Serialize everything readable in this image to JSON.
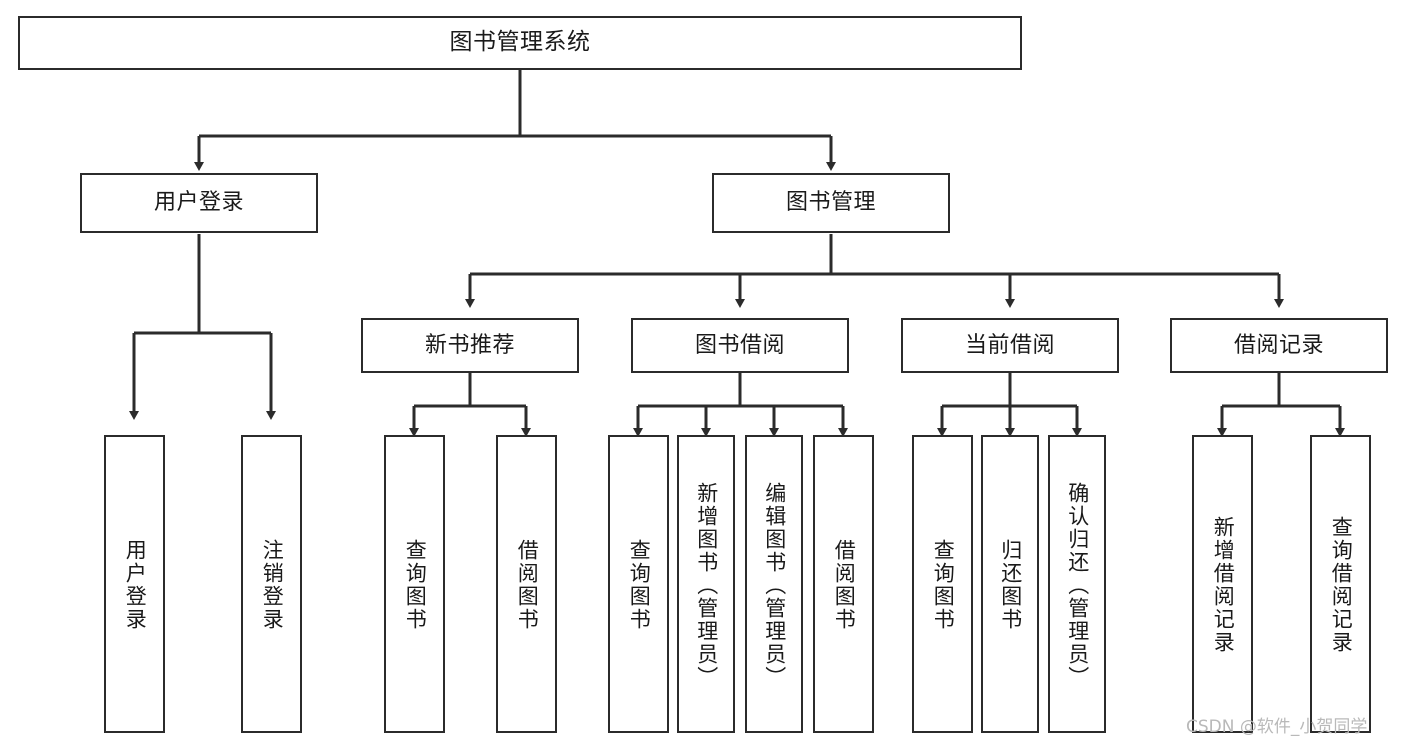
{
  "diagram": {
    "title": "图书管理系统",
    "type": "tree-hierarchy",
    "colors": {
      "box_border": "#2b2b2b",
      "box_fill": "#ffffff",
      "edge": "#2b2b2b",
      "text": "#1a1a1a",
      "watermark": "#b9b9b9"
    },
    "nodes": {
      "root": {
        "label": "图书管理系统"
      },
      "level2": [
        {
          "label": "用户登录"
        },
        {
          "label": "图书管理"
        }
      ],
      "level3": [
        {
          "label": "新书推荐"
        },
        {
          "label": "图书借阅"
        },
        {
          "label": "当前借阅"
        },
        {
          "label": "借阅记录"
        }
      ],
      "leaves": {
        "user_login": [
          {
            "label": "用户登录"
          },
          {
            "label": "注销登录"
          }
        ],
        "new_book_recommend": [
          {
            "label": "查询图书"
          },
          {
            "label": "借阅图书"
          }
        ],
        "book_borrow": [
          {
            "label": "查询图书"
          },
          {
            "label": "新增图书（管理员）"
          },
          {
            "label": "编辑图书（管理员）"
          },
          {
            "label": "借阅图书"
          }
        ],
        "current_borrow": [
          {
            "label": "查询图书"
          },
          {
            "label": "归还图书"
          },
          {
            "label": "确认归还（管理员）"
          }
        ],
        "borrow_record": [
          {
            "label": "新增借阅记录"
          },
          {
            "label": "查询借阅记录"
          }
        ]
      }
    },
    "watermark": "CSDN @软件_小贺同学"
  }
}
